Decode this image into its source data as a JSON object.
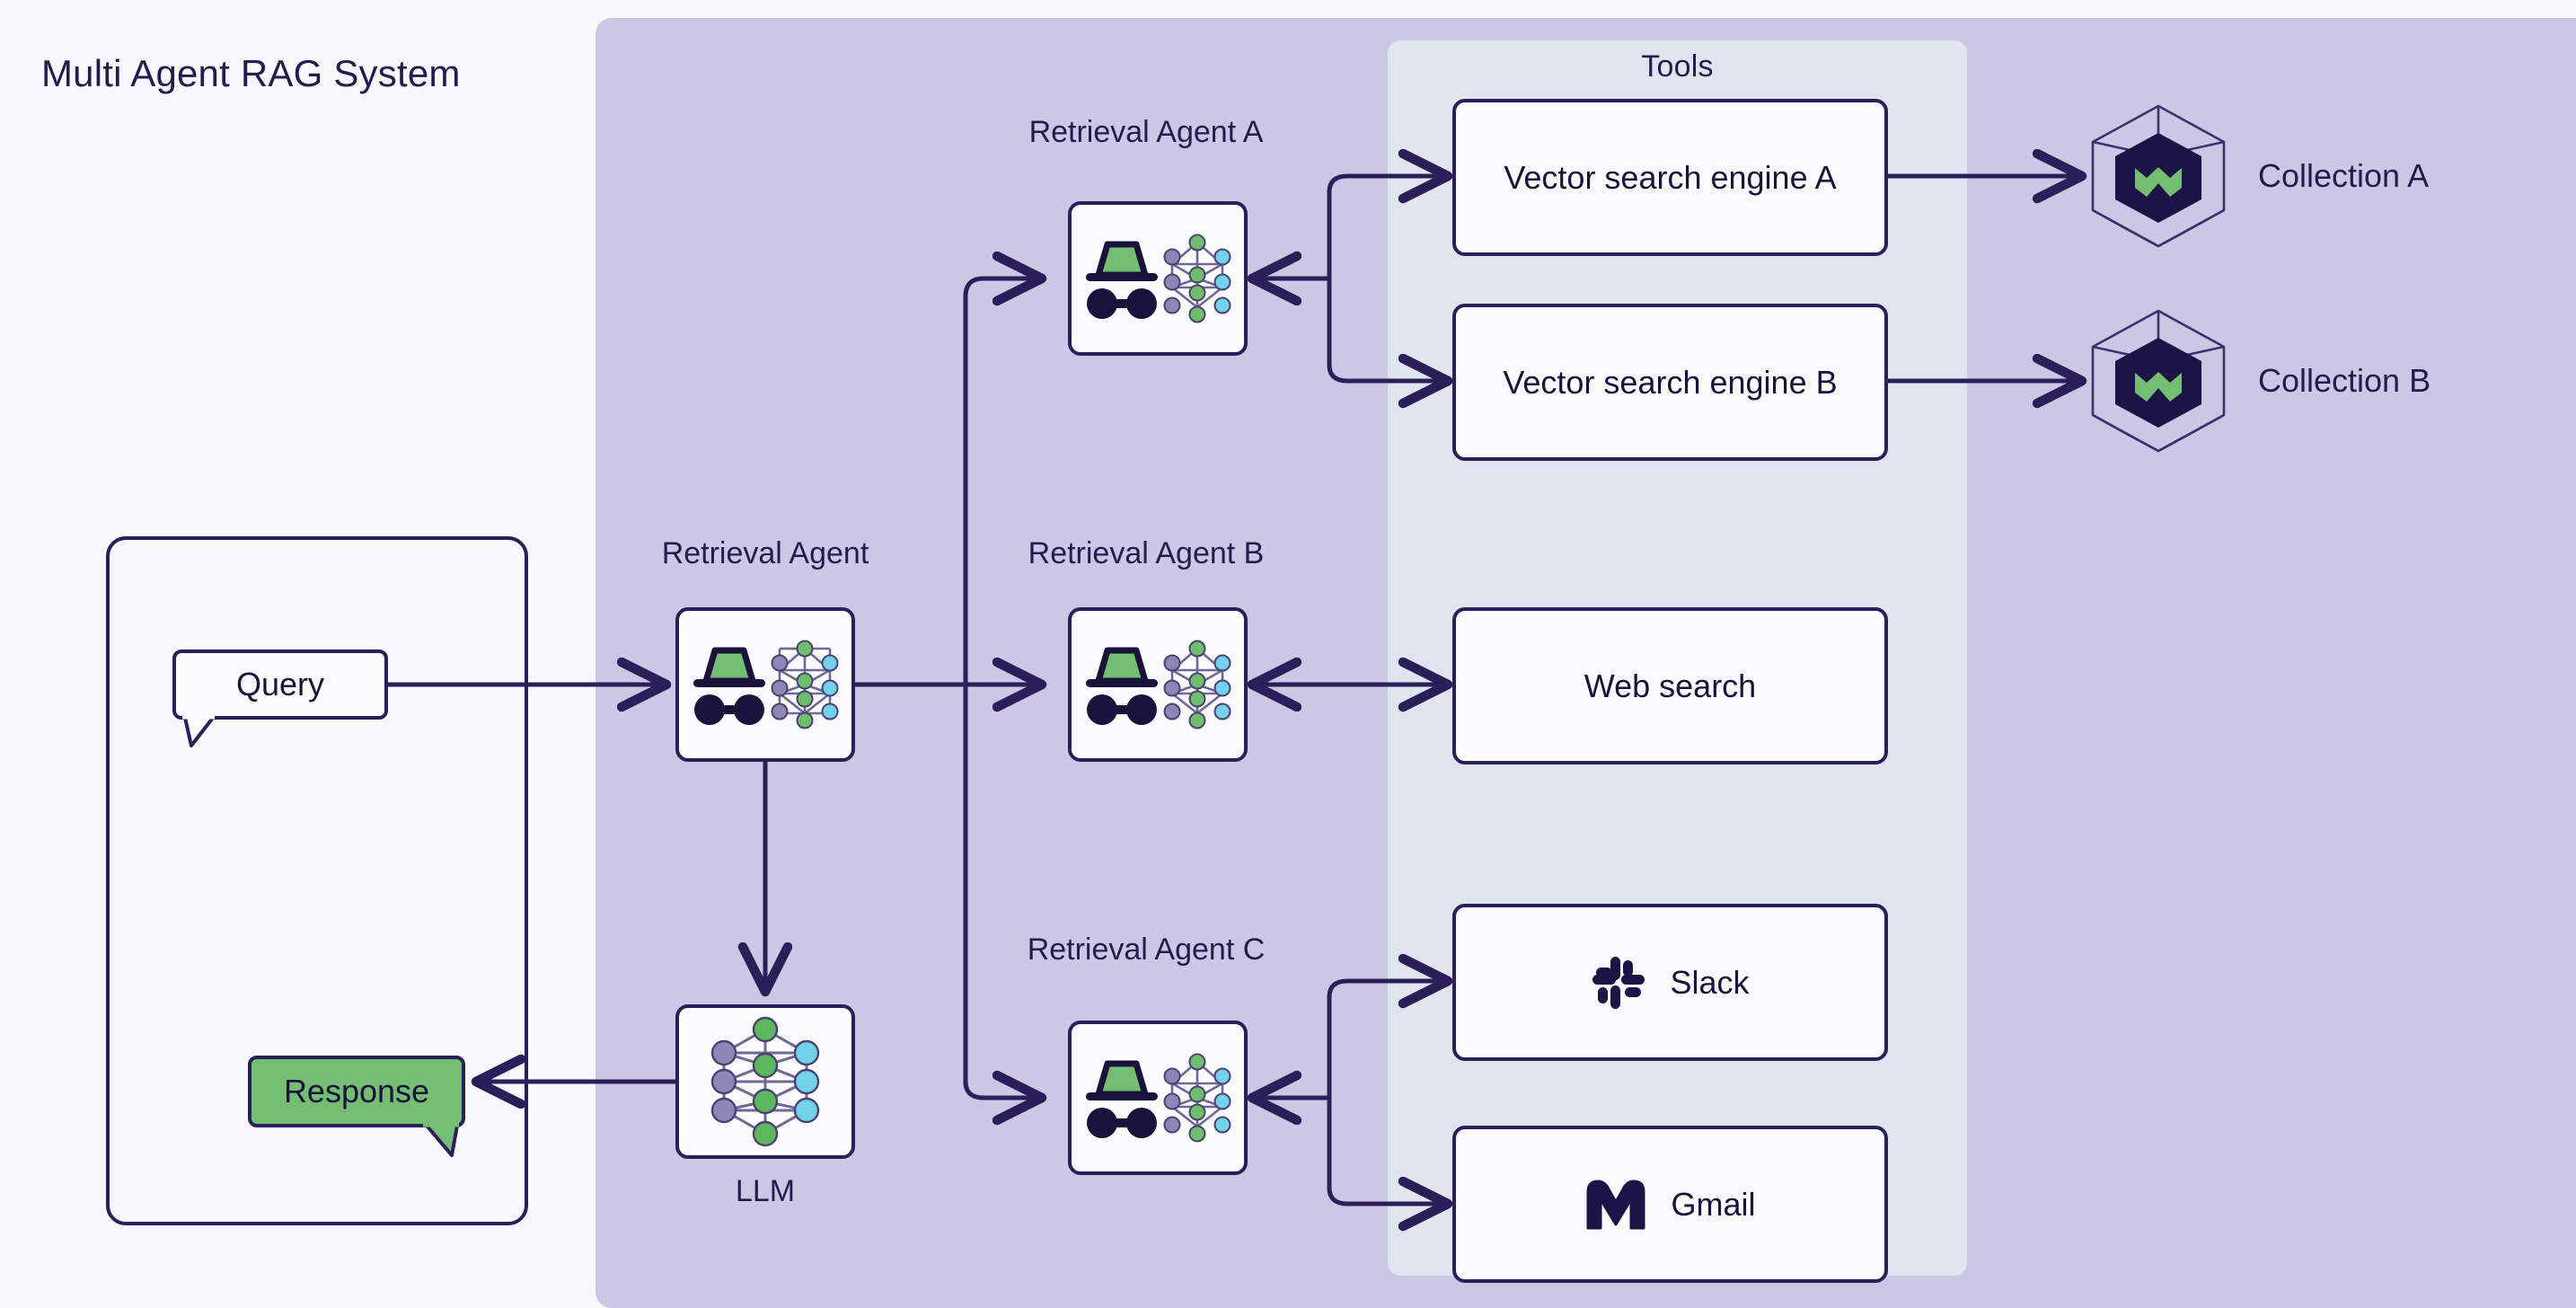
{
  "page": {
    "title": "Multi Agent RAG System",
    "background": "#F7F8FB",
    "ink": "#241C4E",
    "accent_green": "#74BE72",
    "agent_panel_color": "#CCC7E4",
    "tools_panel_color": "#DFE4EE"
  },
  "tools_panel": {
    "title": "Tools"
  },
  "client": {
    "query_label": "Query",
    "response_label": "Response"
  },
  "orchestrator": {
    "caption": "Retrieval Agent",
    "icon": "agent-icon"
  },
  "llm": {
    "caption": "LLM",
    "icon": "neural-network-icon"
  },
  "agents": [
    {
      "caption": "Retrieval Agent A",
      "icon": "agent-icon"
    },
    {
      "caption": "Retrieval Agent B",
      "icon": "agent-icon"
    },
    {
      "caption": "Retrieval Agent C",
      "icon": "agent-icon"
    }
  ],
  "tools": [
    {
      "label": "Vector search engine A",
      "icon": ""
    },
    {
      "label": "Vector search engine B",
      "icon": ""
    },
    {
      "label": "Web search",
      "icon": ""
    },
    {
      "label": "Slack",
      "icon": "slack-icon"
    },
    {
      "label": "Gmail",
      "icon": "gmail-icon"
    }
  ],
  "collections": [
    {
      "label": "Collection A",
      "icon": "weaviate-hexagon-icon"
    },
    {
      "label": "Collection B",
      "icon": "weaviate-hexagon-icon"
    }
  ]
}
